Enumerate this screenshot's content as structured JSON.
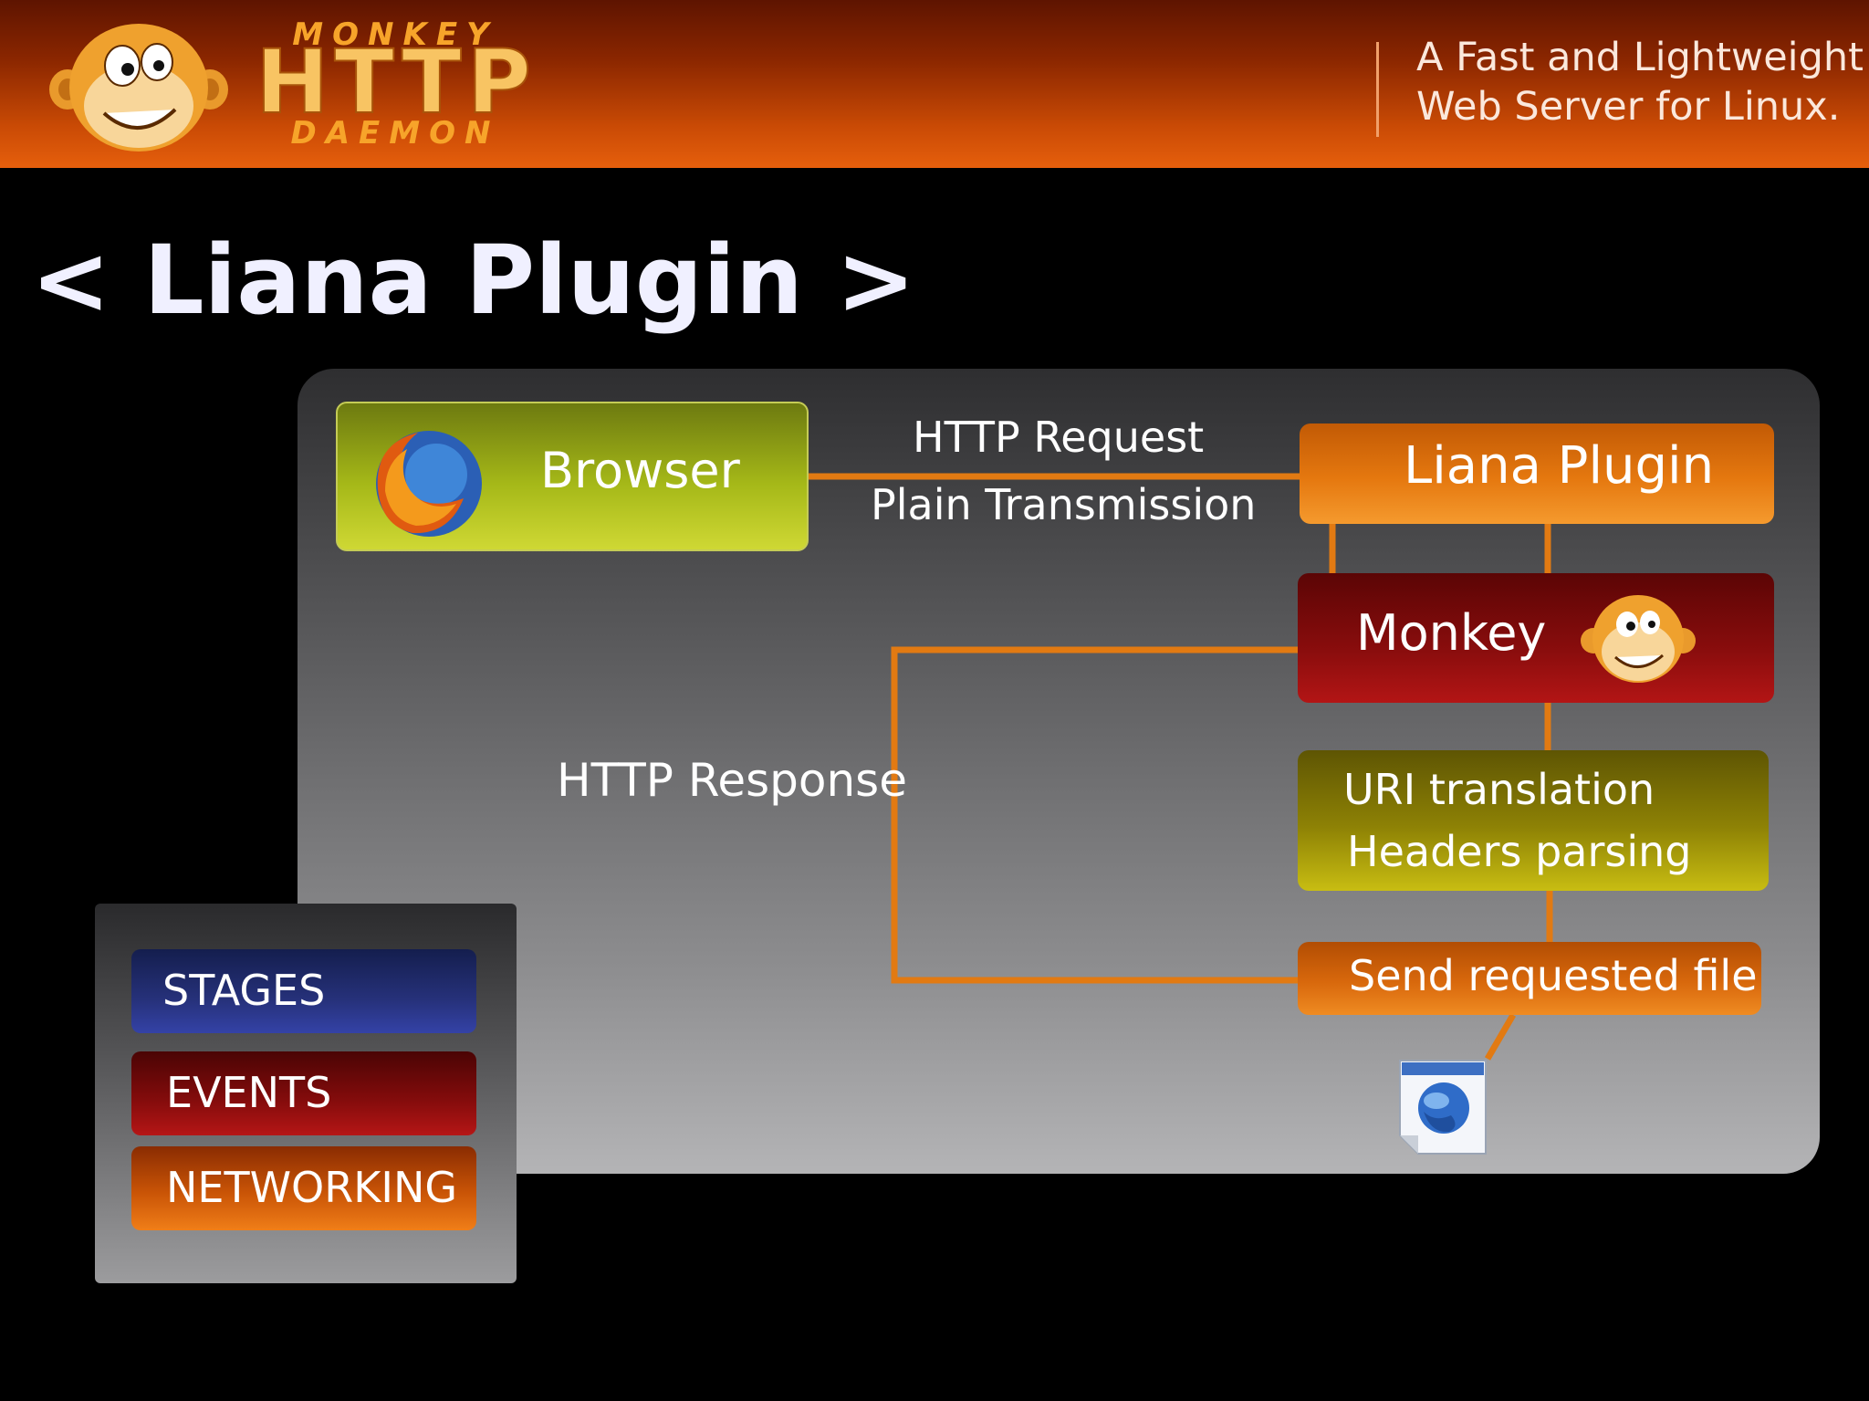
{
  "header": {
    "logo_top": "MONKEY",
    "logo_mid": "HTTP",
    "logo_bottom": "DAEMON",
    "tagline_line1": "A Fast and Lightweight",
    "tagline_line2": "Web Server for Linux."
  },
  "title": "< Liana Plugin >",
  "diagram": {
    "browser": "Browser",
    "http_request": "HTTP Request",
    "plain_transmission": "Plain Transmission",
    "liana_plugin": "Liana Plugin",
    "monkey": "Monkey",
    "uri_translation": "URI translation",
    "headers_parsing": "Headers parsing",
    "send_requested_file": "Send requested file",
    "http_response": "HTTP Response"
  },
  "legend": {
    "stages": "STAGES",
    "events": "EVENTS",
    "networking": "NETWORKING"
  },
  "colors": {
    "wire": "#e27a12",
    "banner": "#c94a05",
    "title": "#f0f0ff"
  },
  "icons": [
    "monkey-logo-icon",
    "firefox-icon",
    "monkey-face-icon",
    "web-file-icon"
  ]
}
